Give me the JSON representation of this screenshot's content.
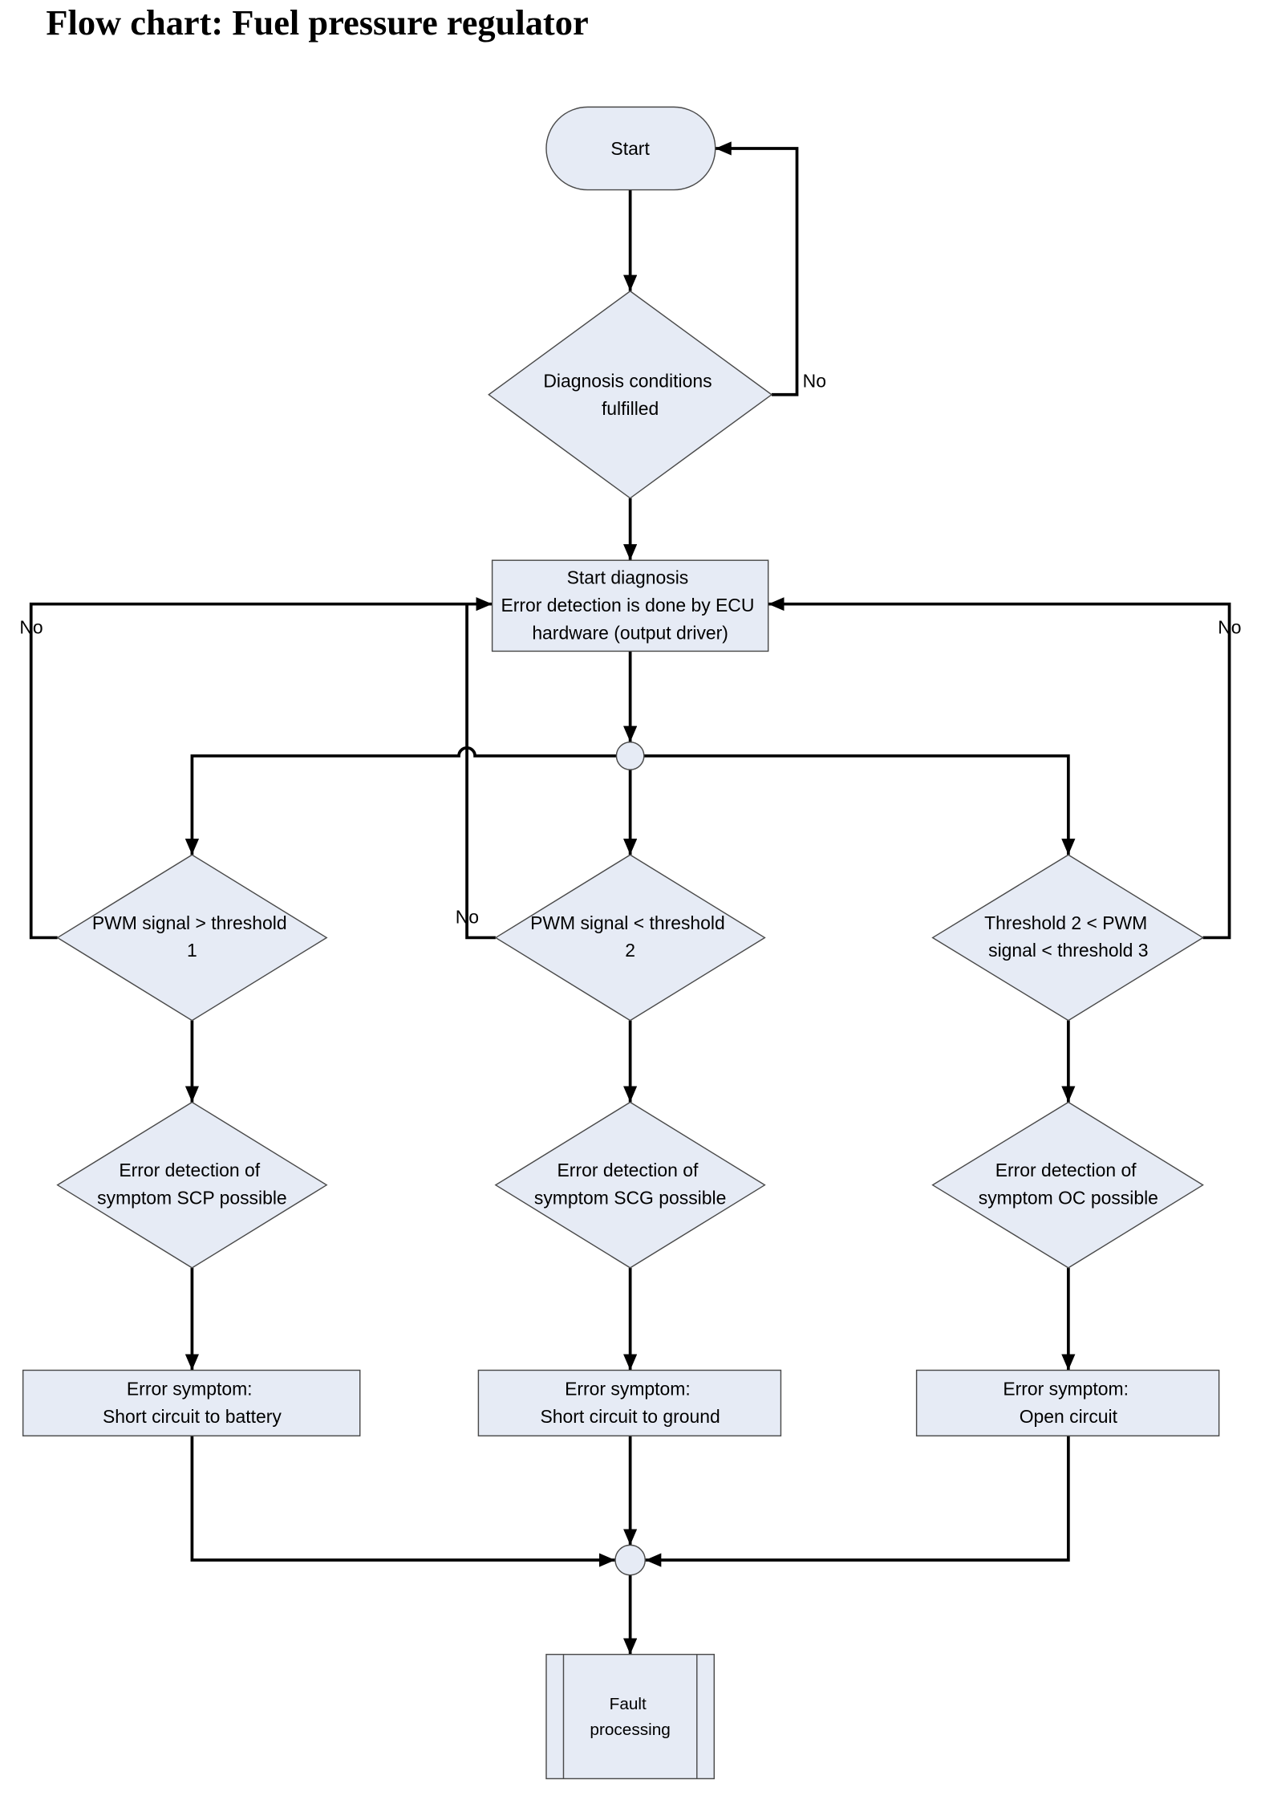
{
  "title": "Flow chart: Fuel pressure regulator",
  "colors": {
    "node_fill": "#e6ebf5",
    "node_stroke": "#4a4a4a",
    "edge": "#000000"
  },
  "nodes": {
    "start": {
      "lines": [
        "Start"
      ]
    },
    "diagnosis_conditions": {
      "lines": [
        "Diagnosis conditions",
        "fulfilled"
      ]
    },
    "start_diagnosis": {
      "lines": [
        "Start diagnosis",
        "Error detection is done by ECU",
        "hardware (output driver)"
      ]
    },
    "pwm_gt_threshold1": {
      "lines": [
        "PWM signal > threshold",
        "1"
      ]
    },
    "pwm_lt_threshold2": {
      "lines": [
        "PWM signal < threshold",
        "2"
      ]
    },
    "threshold2_pwm_threshold3": {
      "lines": [
        "Threshold 2 < PWM",
        "signal < threshold 3"
      ]
    },
    "detect_scp": {
      "lines": [
        "Error detection of",
        "symptom SCP possible"
      ]
    },
    "detect_scg": {
      "lines": [
        "Error detection of",
        "symptom SCG possible"
      ]
    },
    "detect_oc": {
      "lines": [
        "Error detection of",
        "symptom OC possible"
      ]
    },
    "symptom_scb": {
      "lines": [
        "Error symptom:",
        "Short circuit to battery"
      ]
    },
    "symptom_scg": {
      "lines": [
        "Error symptom:",
        "Short circuit to ground"
      ]
    },
    "symptom_oc": {
      "lines": [
        "Error symptom:",
        "Open circuit"
      ]
    },
    "fault_processing": {
      "lines": [
        "Fault",
        "processing"
      ]
    }
  },
  "edge_labels": {
    "no_diagnosis_conditions": "No",
    "no_pwm_threshold1": "No",
    "no_pwm_threshold2": "No",
    "no_threshold3": "No"
  }
}
